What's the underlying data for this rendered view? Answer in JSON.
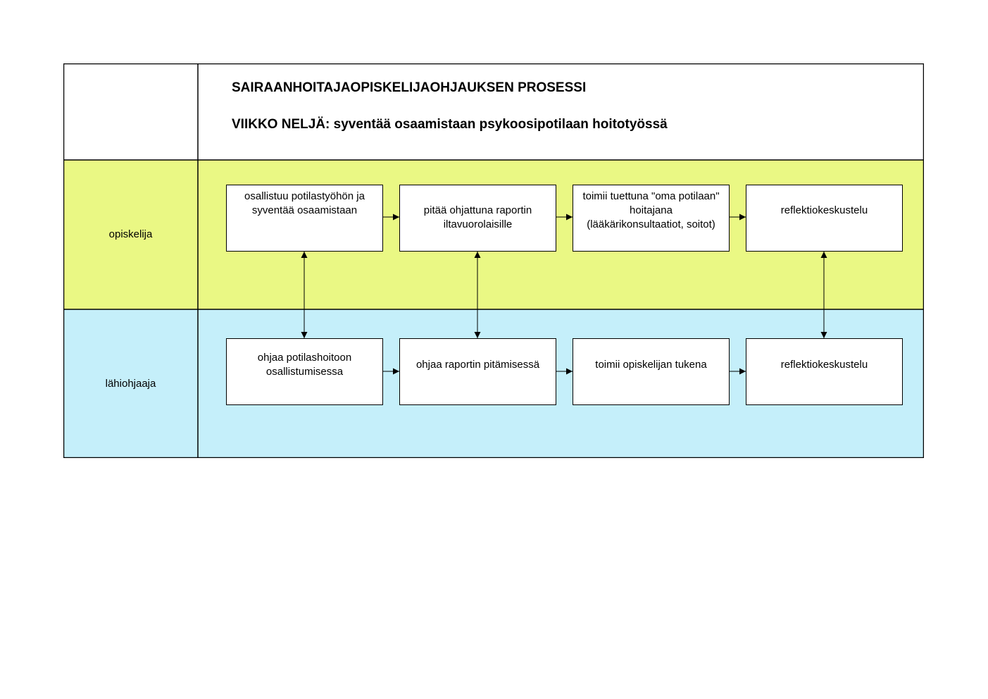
{
  "header": {
    "title": "SAIRAANHOITAJAOPISKELIJAOHJAUKSEN PROSESSI",
    "subtitle": "VIIKKO NELJÄ: syventää osaamistaan psykoosipotilaan hoitotyössä"
  },
  "lanes": [
    {
      "label": "opiskelija",
      "color": "#eaf884",
      "steps": [
        "osallistuu potilastyöhön ja syventää osaamistaan",
        "pitää ohjattuna raportin iltavuorolaisille",
        "toimii tuettuna \"oma potilaan\" hoitajana (lääkärikonsultaatiot, soitot)",
        "reflektiokeskustelu"
      ]
    },
    {
      "label": "lähiohjaaja",
      "color": "#c5effa",
      "steps": [
        "ohjaa potilashoitoon osallistumisessa",
        "ohjaa raportin pitämisessä",
        "toimii opiskelijan tukena",
        "reflektiokeskustelu"
      ]
    }
  ]
}
